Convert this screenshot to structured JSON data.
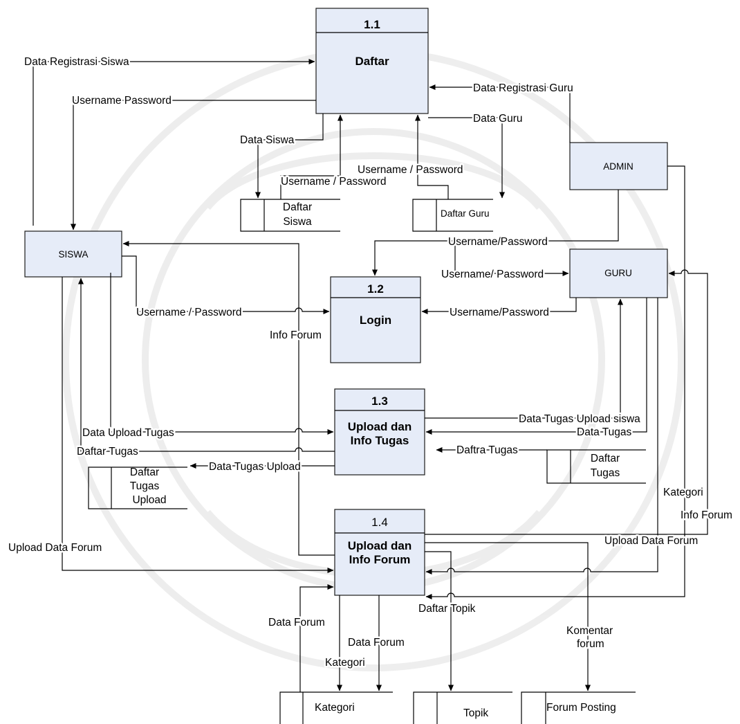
{
  "processes": {
    "p11": {
      "number": "1.1",
      "name": "Daftar"
    },
    "p12": {
      "number": "1.2",
      "name": "Login"
    },
    "p13": {
      "number": "1.3",
      "name_lines": [
        "Upload dan",
        "Info Tugas"
      ]
    },
    "p14": {
      "number": "1.4",
      "name_lines": [
        "Upload dan",
        "Info Forum"
      ]
    }
  },
  "entities": {
    "siswa": "SISWA",
    "admin": "ADMIN",
    "guru": "GURU"
  },
  "stores": {
    "daftar_siswa": [
      "Daftar",
      "Siswa"
    ],
    "daftar_guru": "Daftar Guru",
    "daftar_tugas": [
      "Daftar",
      "Tugas"
    ],
    "daftar_tugas_upload": [
      "Daftar",
      "Tugas",
      "Upload"
    ],
    "kategori": "Kategori",
    "topik": "Topik",
    "forum_posting": "Forum Posting"
  },
  "flows": {
    "data_registrasi_siswa": "Data Registrasi Siswa",
    "username_password_top": "Username Password",
    "data_registrasi_guru": "Data Registrasi Guru",
    "data_guru": "Data Guru",
    "data_siswa": "Data Siswa",
    "username_password_guru_store": "Username / Password",
    "username_password_siswa_store": "Username / Password",
    "username_password_admin": "Username/Password",
    "username_password_guru_entity": "Username/ Password",
    "username_password_siswa_login": "Username / Password",
    "username_password_guru_login": "Username/Password",
    "info_forum_left": "Info Forum",
    "data_upload_tugas": "Data Upload Tugas",
    "daftar_tugas_flow": "Daftar Tugas",
    "data_tugas_upload": "Data Tugas Upload",
    "data_tugas_upload_siswa": "Data Tugas Upload siswa",
    "data_tugas": "Data Tugas",
    "daftra_tugas": "Daftra Tugas",
    "kategori_right": "Kategori",
    "info_forum_right": "Info Forum",
    "upload_data_forum_right": "Upload Data Forum",
    "upload_data_forum_left": "Upload Data Forum",
    "daftar_topik": "Daftar Topik",
    "data_forum_left": "Data Forum",
    "data_forum_right": "Data Forum",
    "kategori_flow": "Kategori",
    "komentar_forum": [
      "Komentar",
      "forum"
    ]
  }
}
